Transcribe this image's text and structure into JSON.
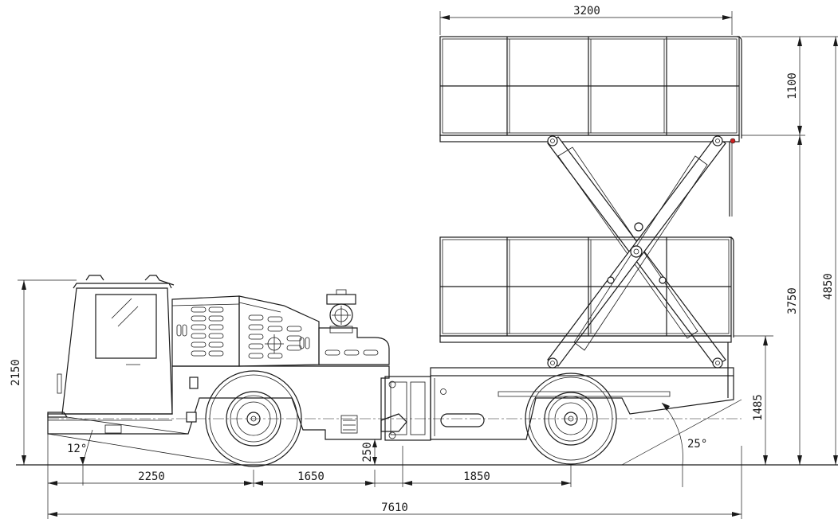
{
  "dimensions": {
    "platform_length": "3200",
    "guardrail_height": "1100",
    "lift_height": "3750",
    "overall_height": "4850",
    "cab_height": "2150",
    "deck_height": "1485",
    "front_overhang": "2250",
    "front_to_joint": "1650",
    "joint_to_rear": "1850",
    "overall_length": "7610",
    "ground_clearance": "250",
    "approach_angle": "12°",
    "departure_angle": "25°"
  },
  "colors": {
    "line": "#1a1a1a",
    "accent_red": "#cc2222"
  }
}
